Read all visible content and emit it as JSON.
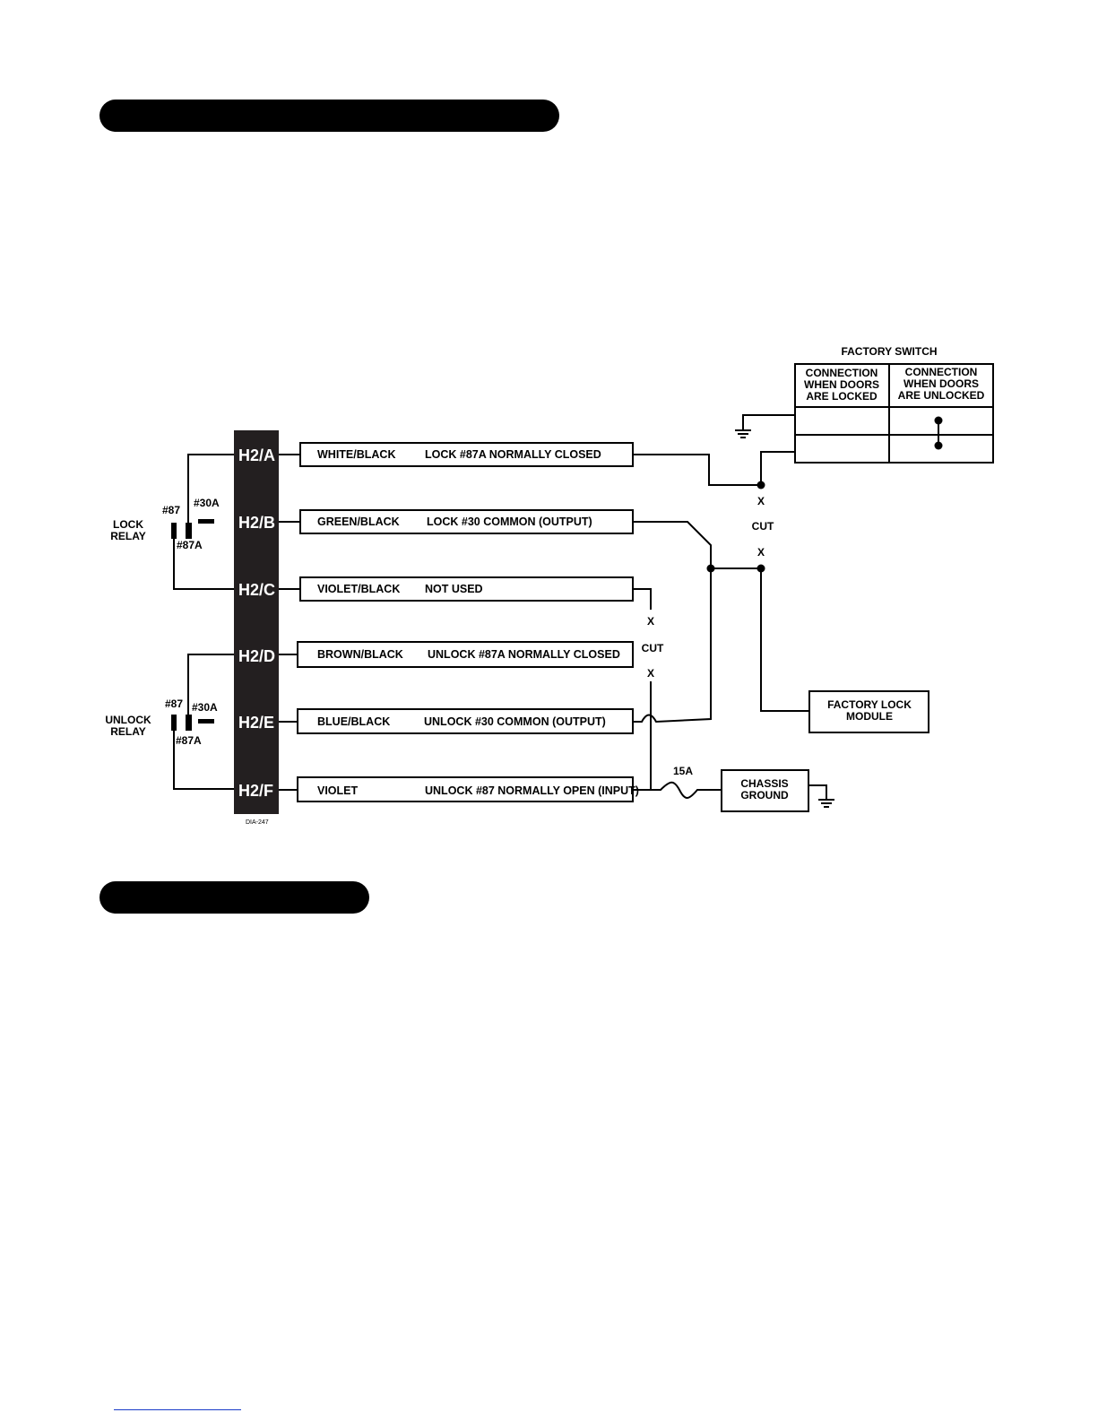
{
  "header_bars": [
    {
      "name": "section-header-bar-1"
    },
    {
      "name": "section-header-bar-2"
    }
  ],
  "pins": {
    "a": "H2/A",
    "b": "H2/B",
    "c": "H2/C",
    "d": "H2/D",
    "e": "H2/E",
    "f": "H2/F"
  },
  "wires": {
    "a": {
      "color": "WHITE/BLACK",
      "desc": "LOCK #87A NORMALLY CLOSED"
    },
    "b": {
      "color": "GREEN/BLACK",
      "desc": "LOCK #30 COMMON (OUTPUT)"
    },
    "c": {
      "color": "VIOLET/BLACK",
      "desc": "NOT USED"
    },
    "d": {
      "color": "BROWN/BLACK",
      "desc": "UNLOCK #87A NORMALLY CLOSED"
    },
    "e": {
      "color": "BLUE/BLACK",
      "desc": "UNLOCK #30 COMMON (OUTPUT)"
    },
    "f": {
      "color": "VIOLET",
      "desc": "UNLOCK #87 NORMALLY OPEN (INPUT)"
    }
  },
  "lock_relay": {
    "line1": "LOCK",
    "line2": "RELAY",
    "t87": "#87",
    "t30a": "#30A",
    "t87a": "#87A"
  },
  "unlock_relay": {
    "line1": "UNLOCK",
    "line2": "RELAY",
    "t87": "#87",
    "t30a": "#30A",
    "t87a": "#87A"
  },
  "factory_switch": {
    "title": "FACTORY SWITCH",
    "locked": [
      "CONNECTION",
      "WHEN DOORS",
      "ARE LOCKED"
    ],
    "unlocked": [
      "CONNECTION",
      "WHEN DOORS",
      "ARE UNLOCKED"
    ]
  },
  "cut_marks": {
    "right": {
      "x_top": "X",
      "cut": "CUT",
      "x_bottom": "X"
    },
    "left": {
      "x_top": "X",
      "cut": "CUT",
      "x_bottom": "X"
    }
  },
  "factory_lock_module": [
    "FACTORY LOCK",
    "MODULE"
  ],
  "chassis_ground": [
    "CHASSIS",
    "GROUND"
  ],
  "fuse": "15A",
  "diagram_code": "DIA-247"
}
